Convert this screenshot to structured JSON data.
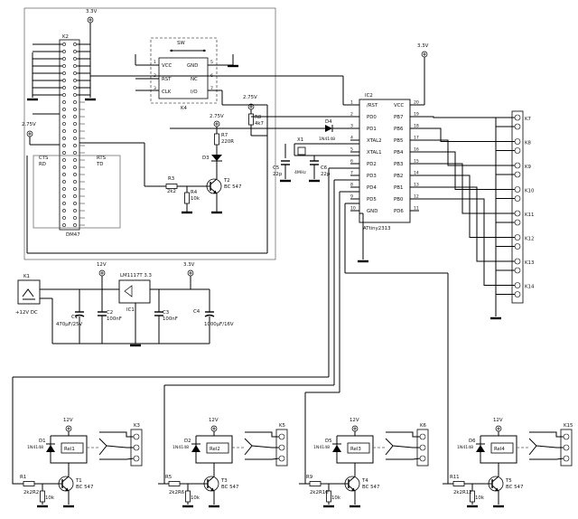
{
  "parts": {
    "K2": "K2",
    "K4": "K4",
    "SW": "SW",
    "DM47": "DM47",
    "IC1": "IC1",
    "IC1_type": "LM1117T 3.3",
    "IC2": "IC2",
    "IC2_type": "ATtiny2313",
    "K1": "K1",
    "K1_desc": "+12V DC",
    "C1": "C1",
    "C1_val": "470µF/25V",
    "C2": "C2",
    "C2_val": "100nF",
    "C3": "C3",
    "C3_val": "100nF",
    "C4": "C4",
    "C4_val": "1000µF/16V",
    "C5": "C5",
    "C5_val": "22p",
    "C6": "C6",
    "C6_val": "22p",
    "X1": "X1",
    "X1_val": "4MHz",
    "D3": "D3",
    "D4": "D4",
    "D4_val": "1N4148",
    "R3": "R3",
    "R3_val": "2k2",
    "R4": "R4",
    "R4_val": "10k",
    "R7": "R7",
    "R7_val": "220R",
    "R8": "R8",
    "R8_val": "4k7",
    "T2": "T2",
    "T2_val": "BC 547"
  },
  "power": {
    "v33": "3.3V",
    "v275": "2.75V",
    "v12": "12V"
  },
  "k4_pins": {
    "vcc": "VCC",
    "gnd": "GND",
    "rst": "RST",
    "nc": "NC",
    "clk": "CLK",
    "io": "I/O",
    "n1": "1",
    "n2": "2",
    "n3": "3",
    "n5": "5",
    "n6": "6",
    "n7": "7"
  },
  "dm47_pins": {
    "cts": "CTS",
    "rts": "RTS",
    "rd": "RD",
    "td": "TD"
  },
  "ic2_left": [
    {
      "num": "1",
      "name": "/RST"
    },
    {
      "num": "2",
      "name": "PD0"
    },
    {
      "num": "3",
      "name": "PD1"
    },
    {
      "num": "4",
      "name": "XTAL2"
    },
    {
      "num": "5",
      "name": "XTAL1"
    },
    {
      "num": "6",
      "name": "PD2"
    },
    {
      "num": "7",
      "name": "PD3"
    },
    {
      "num": "8",
      "name": "PD4"
    },
    {
      "num": "9",
      "name": "PD5"
    },
    {
      "num": "10",
      "name": "GND"
    }
  ],
  "ic2_right": [
    {
      "num": "20",
      "name": "VCC"
    },
    {
      "num": "19",
      "name": "PB7"
    },
    {
      "num": "18",
      "name": "PB6"
    },
    {
      "num": "17",
      "name": "PB5"
    },
    {
      "num": "16",
      "name": "PB4"
    },
    {
      "num": "15",
      "name": "PB3"
    },
    {
      "num": "14",
      "name": "PB2"
    },
    {
      "num": "13",
      "name": "PB1"
    },
    {
      "num": "12",
      "name": "PB0"
    },
    {
      "num": "11",
      "name": "PD6"
    }
  ],
  "connectors_right": [
    "K7",
    "K8",
    "K9",
    "K10",
    "K11",
    "K12",
    "K13",
    "K14"
  ],
  "relays": [
    {
      "k": "K3",
      "d": "D1",
      "d_val": "1N4148",
      "rel": "Rel1",
      "r_base": "R1",
      "r_base_val": "2k2",
      "r_pd": "R2",
      "r_pd_val": "10k",
      "t": "T1",
      "t_val": "BC 547"
    },
    {
      "k": "K5",
      "d": "D2",
      "d_val": "1N4148",
      "rel": "Rel2",
      "r_base": "R5",
      "r_base_val": "2k2",
      "r_pd": "R6",
      "r_pd_val": "10k",
      "t": "T3",
      "t_val": "BC 547"
    },
    {
      "k": "K6",
      "d": "D5",
      "d_val": "1N4148",
      "rel": "Rel3",
      "r_base": "R9",
      "r_base_val": "2k2",
      "r_pd": "R10",
      "r_pd_val": "10k",
      "t": "T4",
      "t_val": "BC 547"
    },
    {
      "k": "K15",
      "d": "D6",
      "d_val": "1N4148",
      "rel": "Rel4",
      "r_base": "R11",
      "r_base_val": "2k2",
      "r_pd": "R12",
      "r_pd_val": "10k",
      "t": "T5",
      "t_val": "BC 547"
    }
  ]
}
